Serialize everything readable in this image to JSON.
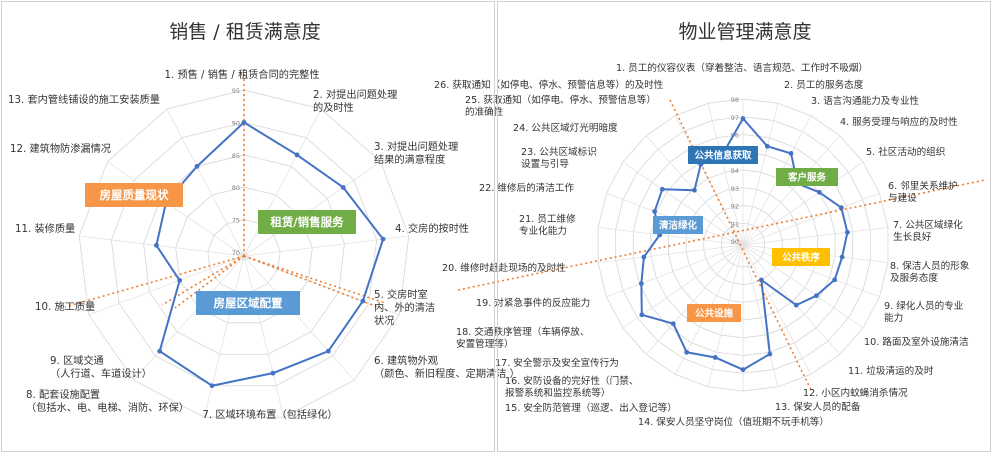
{
  "chart_data": [
    {
      "type": "radar",
      "title": "销售 / 租赁满意度",
      "scale": {
        "min": 70,
        "max": 95,
        "ticks": [
          70,
          75,
          80,
          85,
          90,
          95
        ]
      },
      "axes": [
        {
          "lines": [
            "1. 预售 / 销售 / 租赁合同的完整性"
          ]
        },
        {
          "lines": [
            "2. 对提出问题处理",
            "的及时性"
          ]
        },
        {
          "lines": [
            "3. 对提出问题处理",
            "结果的满意程度"
          ]
        },
        {
          "lines": [
            "4. 交房的按时性"
          ]
        },
        {
          "lines": [
            "5. 交房时室",
            "内、外的清洁",
            "状况"
          ]
        },
        {
          "lines": [
            "6. 建筑物外观",
            "（颜色、新旧程度、定期清洁 ）"
          ]
        },
        {
          "lines": [
            "7. 区域环境布置（包括绿化）"
          ]
        },
        {
          "lines": [
            "8. 配套设施配置",
            "（包括水、电、电梯、消防、环保）"
          ]
        },
        {
          "lines": [
            "9. 区域交通",
            "（人行道、车道设计）"
          ]
        },
        {
          "lines": [
            "10. 施工质量"
          ]
        },
        {
          "lines": [
            "11. 装修质量"
          ]
        },
        {
          "lines": [
            "12. 建筑物防渗漏情况"
          ]
        },
        {
          "lines": [
            "13. 套内管线铺设的施工安装质量"
          ]
        }
      ],
      "values": [
        90,
        87,
        88,
        91,
        89,
        89,
        88,
        90,
        89,
        80,
        83,
        84,
        85
      ],
      "series_color": "#4472c4",
      "categories": [
        {
          "label": "房屋质量现状",
          "color": "#f79646"
        },
        {
          "label": "租赁/销售服务",
          "color": "#70ad47"
        },
        {
          "label": "房屋区域配置",
          "color": "#5b9bd5"
        }
      ]
    },
    {
      "type": "radar",
      "title": "物业管理满意度",
      "scale": {
        "min": 90,
        "max": 98,
        "ticks": [
          90,
          91,
          92,
          93,
          94,
          95,
          96,
          97,
          98
        ]
      },
      "axes": [
        {
          "lines": [
            "1. 员工的仪容仪表（穿着整洁、语言规范、工作时不吸烟）"
          ]
        },
        {
          "lines": [
            "2. 员工的服务态度"
          ]
        },
        {
          "lines": [
            "3. 语言沟通能力及专业性"
          ]
        },
        {
          "lines": [
            "4. 服务受理与响应的及时性"
          ]
        },
        {
          "lines": [
            "5. 社区活动的组织"
          ]
        },
        {
          "lines": [
            "6. 邻里关系维护",
            "与建设"
          ]
        },
        {
          "lines": [
            "7. 公共区域绿化",
            "生长良好"
          ]
        },
        {
          "lines": [
            "8. 保洁人员的形象",
            "及服务态度"
          ]
        },
        {
          "lines": [
            "9. 绿化人员的专业",
            "能力"
          ]
        },
        {
          "lines": [
            "10. 路面及室外设施清洁"
          ]
        },
        {
          "lines": [
            "11. 垃圾清运的及时"
          ]
        },
        {
          "lines": [
            "12. 小区内蚊蝇消杀情况"
          ]
        },
        {
          "lines": [
            "13. 保安人员的配备"
          ]
        },
        {
          "lines": [
            "14. 保安人员坚守岗位（值班期不玩手机等）"
          ]
        },
        {
          "lines": [
            "15. 安全防范管理（巡逻、出入登记等）"
          ]
        },
        {
          "lines": [
            "16. 安防设备的完好性（门禁、",
            "报警系统和监控系统等）"
          ]
        },
        {
          "lines": [
            "17. 安全警示及安全宣传行为"
          ]
        },
        {
          "lines": [
            "18. 交通秩序管理（车辆停放、",
            "安置管理等）"
          ]
        },
        {
          "lines": [
            "19. 对紧急事件的反应能力"
          ]
        },
        {
          "lines": [
            "20. 维修时赶赴现场的及时性"
          ]
        },
        {
          "lines": [
            "21. 员工维修",
            "专业化能力"
          ]
        },
        {
          "lines": [
            "22. 维修后的清洁工作"
          ]
        },
        {
          "lines": [
            "23. 公共区域标识",
            "设置与引导"
          ]
        },
        {
          "lines": [
            "24. 公共区域灯光明暗度"
          ]
        },
        {
          "lines": [
            "25. 获取通知（如停电、停水、预警信息等）",
            "的准确性"
          ]
        },
        {
          "lines": [
            "26. 获取通知（如停电、停水、预警信息等）的及时性"
          ]
        }
      ],
      "values": [
        96.9,
        95.5,
        95.6,
        94.4,
        95.0,
        95.7,
        95.7,
        95.4,
        95.3,
        94.8,
        94.3,
        92.0,
        96.1,
        96.8,
        96.3,
        96.6,
        95.7,
        96.7,
        95.9,
        95.4,
        94.5,
        95.1,
        95.3,
        93.9,
        94.9,
        94.9
      ],
      "series_color": "#4472c4",
      "categories": [
        {
          "label": "公共信息获取",
          "color": "#2e75b6"
        },
        {
          "label": "客户服务",
          "color": "#70ad47"
        },
        {
          "label": "清洁绿化",
          "color": "#5b9bd5"
        },
        {
          "label": "公共秩序",
          "color": "#ffc000"
        },
        {
          "label": "公共设施",
          "color": "#f79646"
        }
      ]
    }
  ]
}
